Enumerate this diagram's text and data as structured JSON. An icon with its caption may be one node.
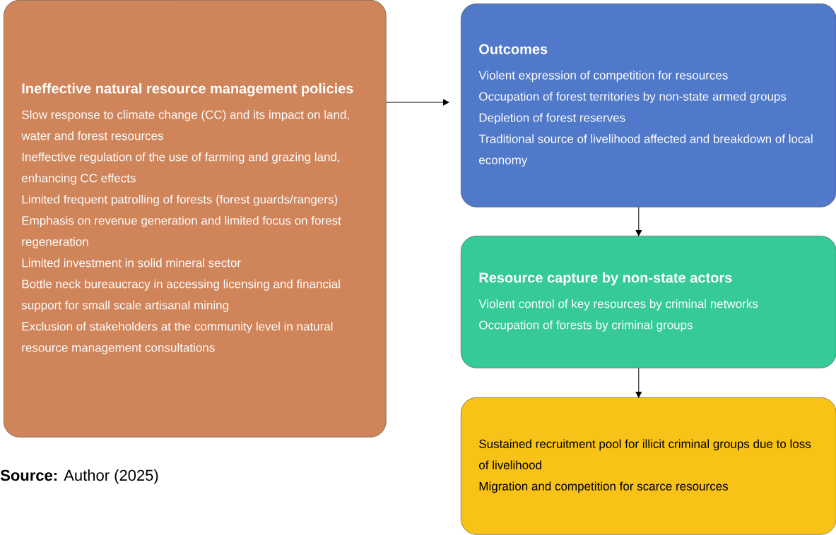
{
  "diagram": {
    "caption": "**Source:** Author (2025)",
    "nodes": [
      {
        "text": [
          "Ineffective natural resource management policies",
          "Slow response to climate change (CC) and its impact on land, water and forest resources",
          "Ineffective regulation of the use of farming and grazing land, enhancing CC effects",
          "Limited frequent patrolling of forests (forest guards/rangers)",
          "Emphasis on revenue generation and limited focus on forest regeneration",
          "Limited investment in solid mineral sector",
          "Bottle neck bureaucracy in accessing licensing and financial support for small scale artisanal mining",
          "Exclusion of stakeholders at the community level in natural resource management consultations"
        ]
      },
      {
        "text": [
          "Outcomes",
          "Violent expression of competition for resources",
          "Occupation of forest territories by non-state armed groups",
          "Depletion of forest reserves",
          "Traditional source of livelihood affected and breakdown of local economy"
        ]
      },
      {
        "text": [
          "Resource capture by non-state actors",
          "Violent control of key resources by criminal networks",
          "Occupation of forests by criminal groups"
        ]
      },
      {
        "text": [
          "Sustained recruitment pool for illicit criminal groups due to loss of livelihood",
          "Migration and competition for scarce resources"
        ]
      }
    ],
    "edges": [
      {
        "from": 0,
        "to": 1,
        "arrow": "to"
      },
      {
        "from": 1,
        "to": 2,
        "arrow": "to"
      },
      {
        "from": 2,
        "to": 3,
        "arrow": "to"
      }
    ]
  }
}
